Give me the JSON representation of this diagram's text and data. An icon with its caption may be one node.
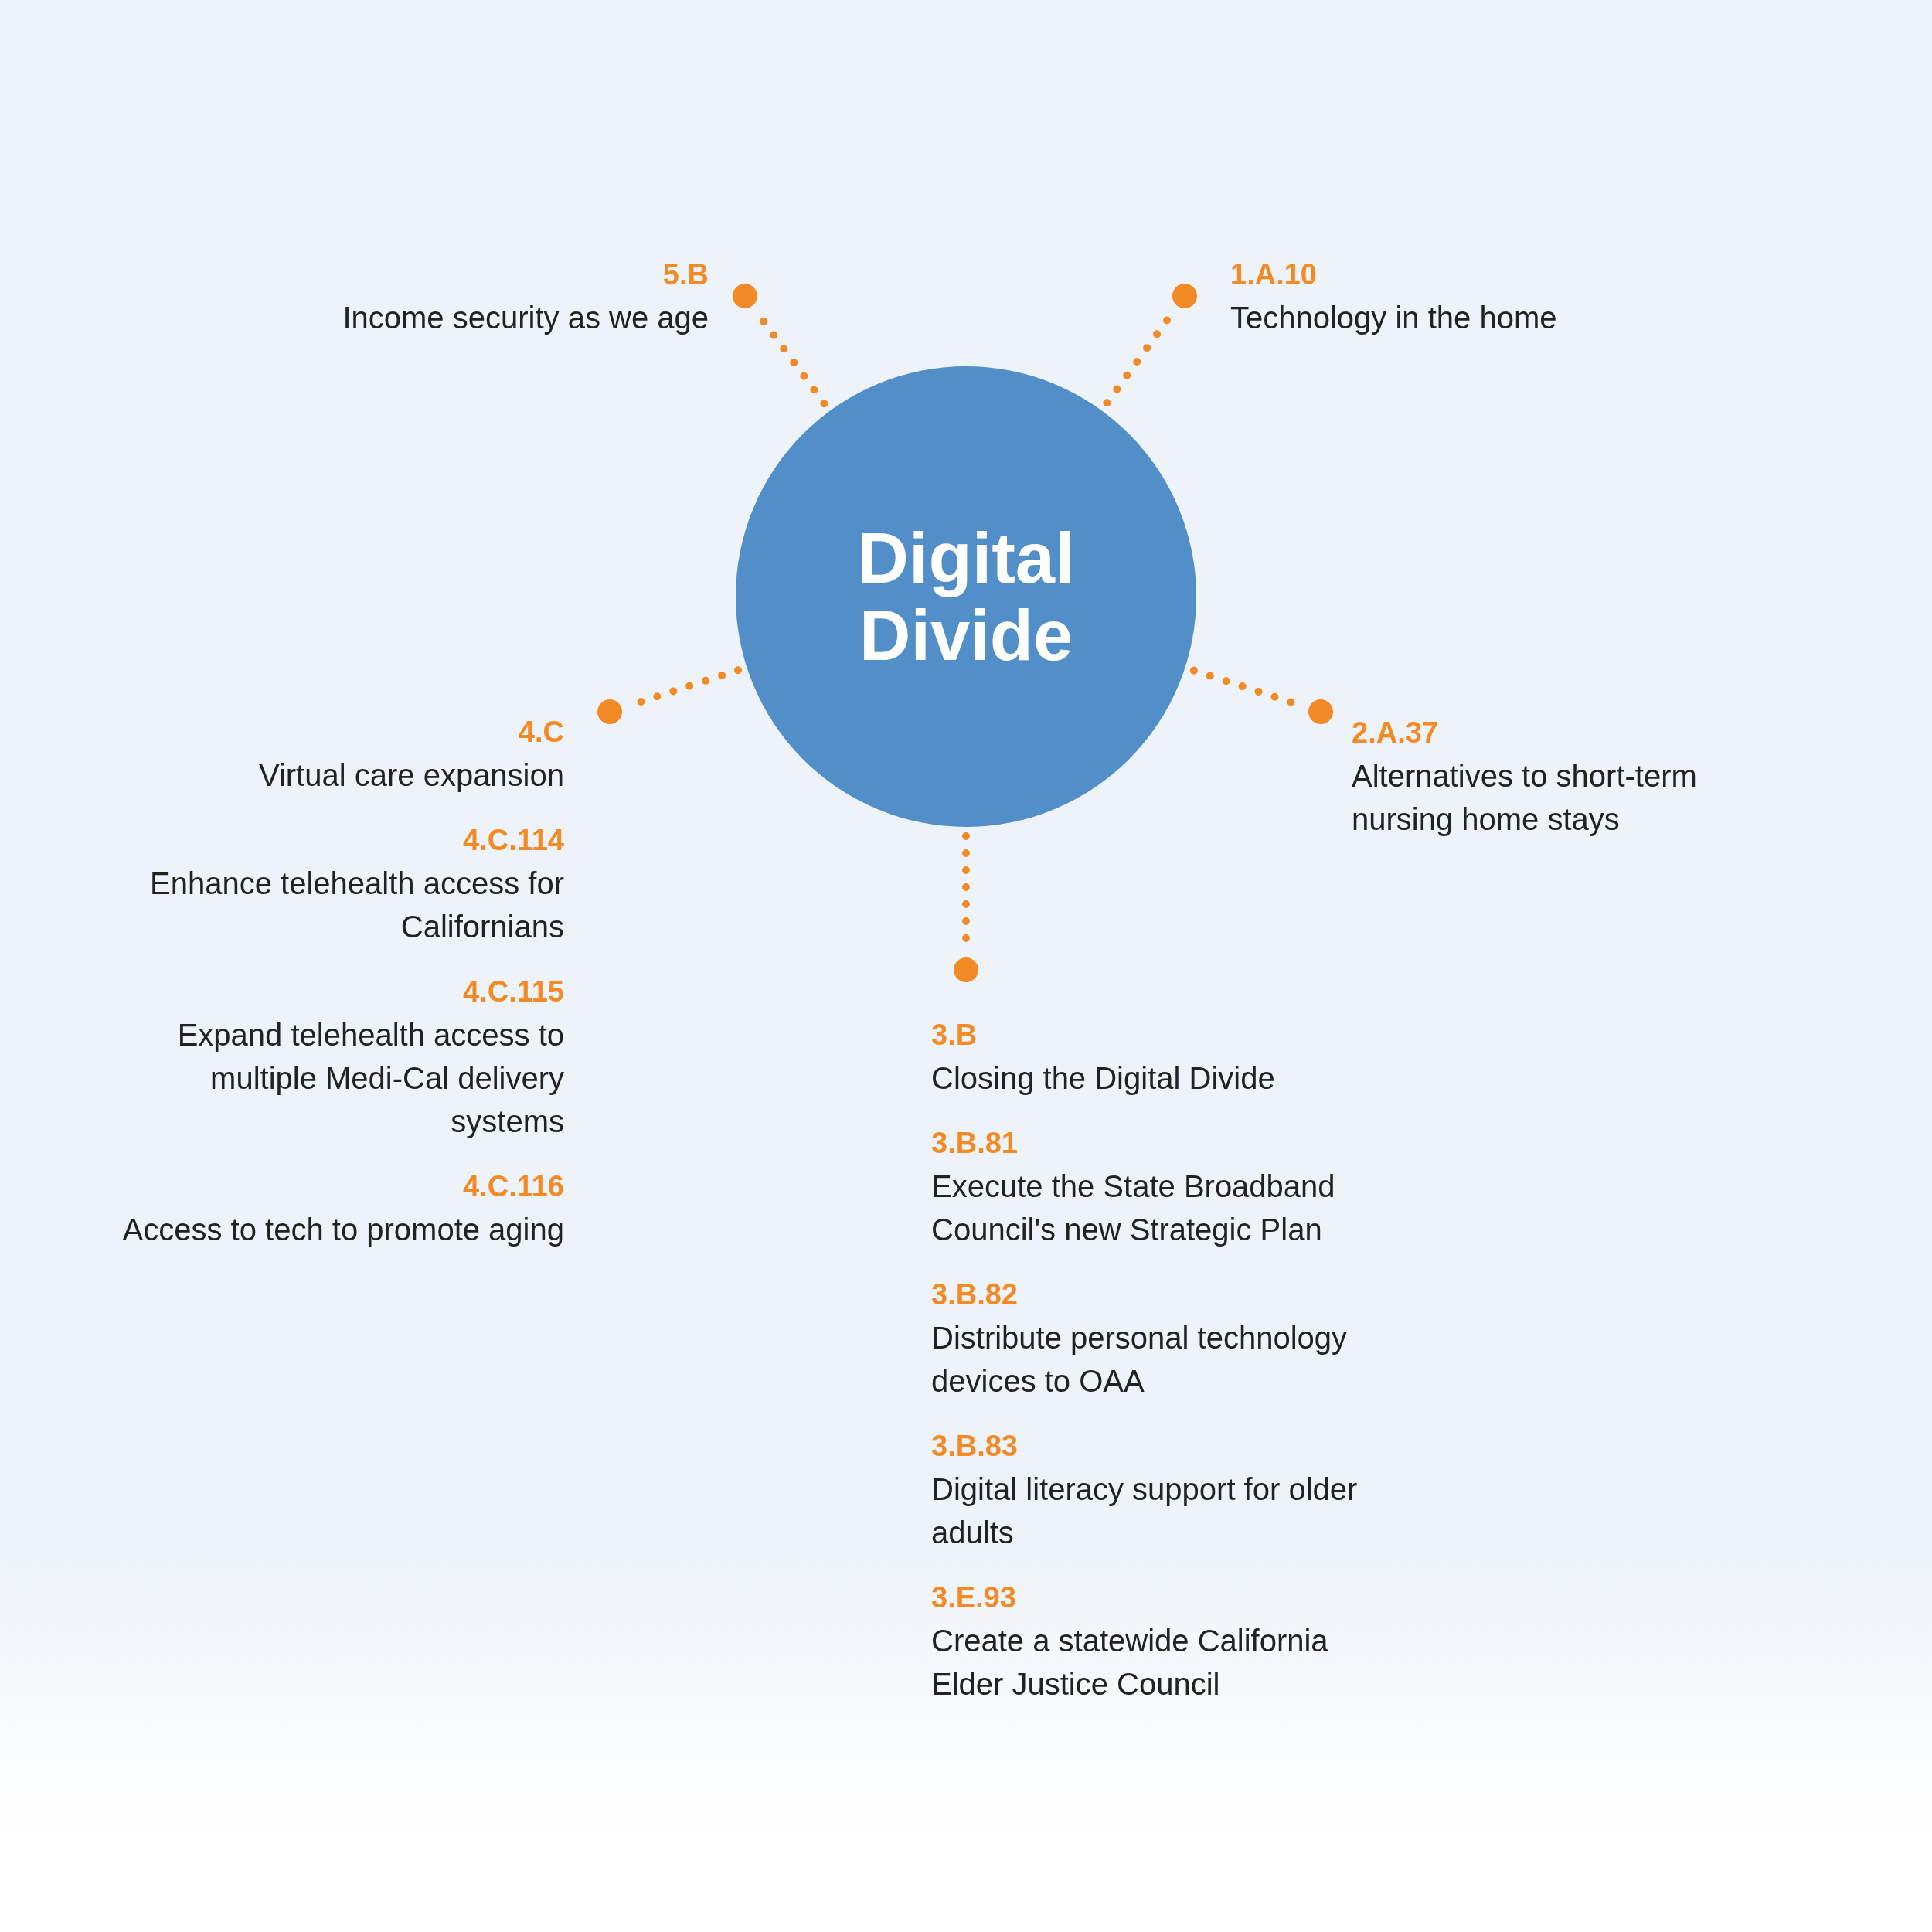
{
  "diagram": {
    "nodes": [
      {
        "text": [
          "Digital Divide"
        ]
      },
      {
        "text": [],
        "shape": "circle",
        "beside": [
          "5.B",
          "Income security as we age"
        ]
      },
      {
        "text": [],
        "shape": "circle",
        "beside": [
          "1.A.10",
          "Technology in the home"
        ]
      },
      {
        "text": [],
        "shape": "circle",
        "beside": [
          "4.C",
          "Virtual care expansion",
          "4.C.114",
          "Enhance telehealth access for Californians",
          "4.C.115",
          "Expand telehealth access to multiple Medi-Cal delivery systems",
          "4.C.116",
          "Access to tech to promote aging"
        ]
      },
      {
        "text": [],
        "shape": "circle",
        "beside": [
          "2.A.37",
          "Alternatives to short-term nursing home stays"
        ]
      },
      {
        "text": [],
        "shape": "circle",
        "beside": [
          "3.B",
          "Closing the Digital Divide",
          "3.B.81",
          "Execute the State Broadband Council's new Strategic Plan",
          "3.B.82",
          "Distribute personal technology devices to OAA",
          "3.B.83",
          "Digital literacy support for older adults",
          "3.E.93",
          "Create a statewide California Elder Justice Council"
        ]
      }
    ],
    "edges": [
      {
        "from": 0,
        "to": 1,
        "arrow": "none",
        "style": "dashed"
      },
      {
        "from": 0,
        "to": 2,
        "arrow": "none",
        "style": "dashed"
      },
      {
        "from": 0,
        "to": 3,
        "arrow": "none",
        "style": "dashed"
      },
      {
        "from": 0,
        "to": 4,
        "arrow": "none",
        "style": "dashed"
      },
      {
        "from": 0,
        "to": 5,
        "arrow": "none",
        "style": "dashed"
      }
    ]
  }
}
